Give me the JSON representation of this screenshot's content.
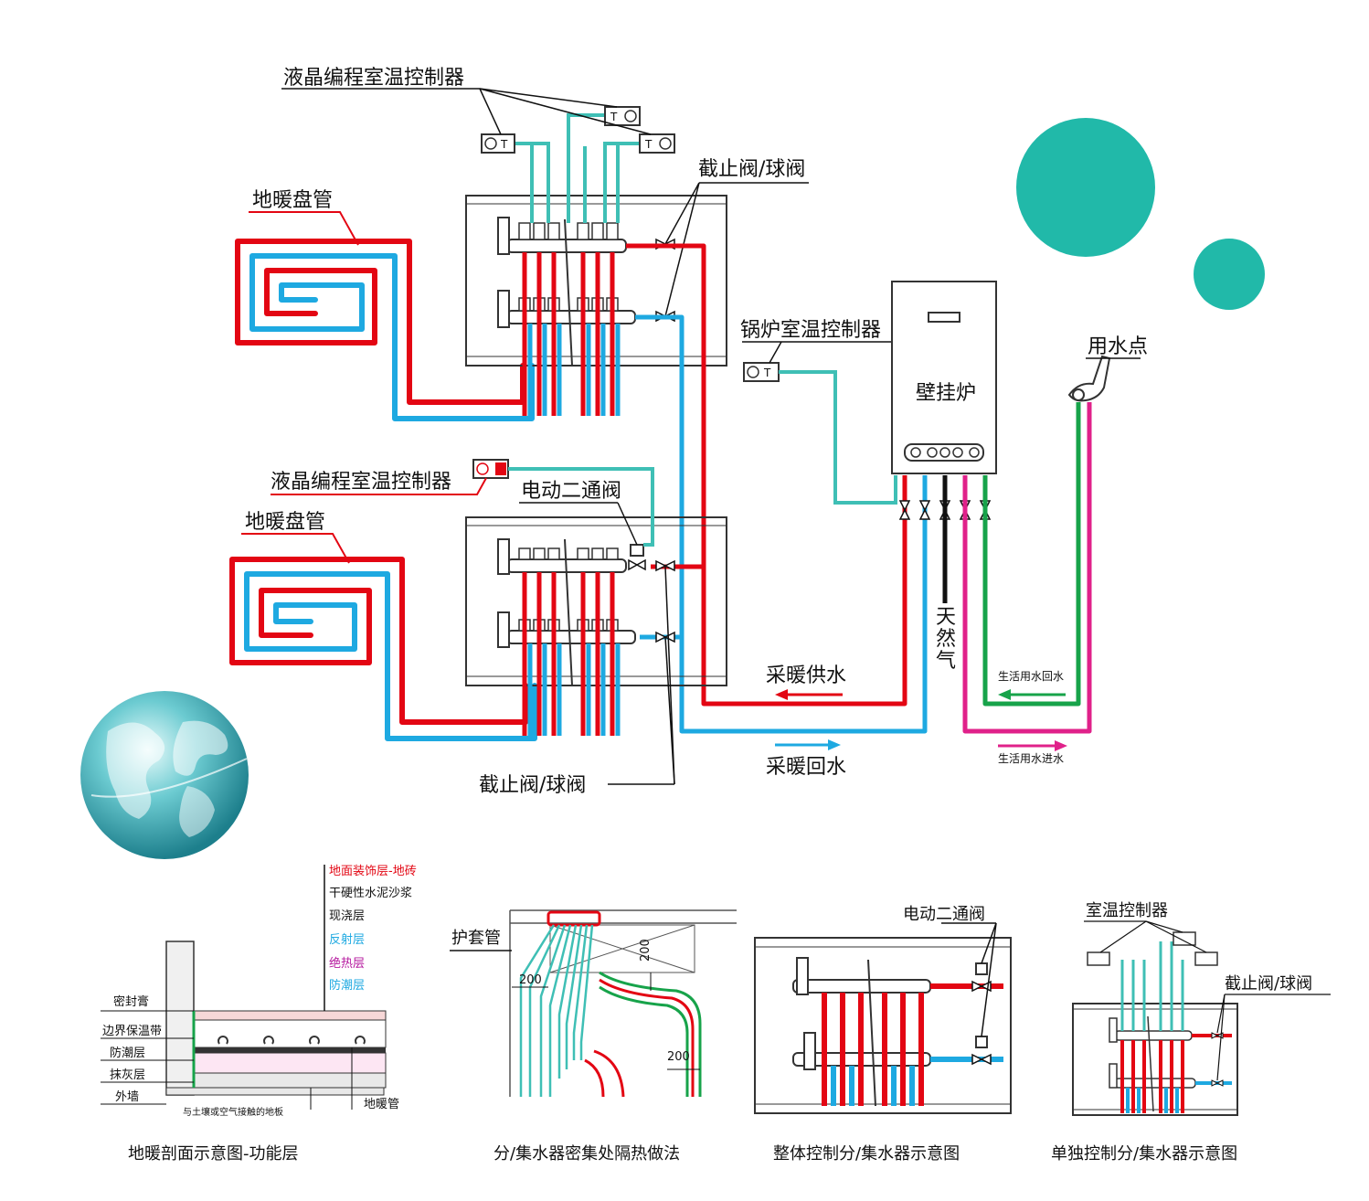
{
  "labels": {
    "lcd_controller_top": "液晶编程室温控制器",
    "floor_coil_top": "地暖盘管",
    "stop_valve_top": "截止阀/球阀",
    "boiler_controller": "锅炉室温控制器",
    "boiler": "壁挂炉",
    "water_point": "用水点",
    "lcd_controller_bottom": "液晶编程室温控制器",
    "electric_valve": "电动二通阀",
    "floor_coil_bottom": "地暖盘管",
    "gas_1": "天",
    "gas_2": "然",
    "gas_3": "气",
    "heating_supply": "采暖供水",
    "heating_return": "采暖回水",
    "domestic_return": "生活用水回水",
    "domestic_in": "生活用水进水",
    "stop_valve_bottom": "截止阀/球阀"
  },
  "section": {
    "layers": [
      {
        "text": "地面装饰层-地砖",
        "color": "#e30613"
      },
      {
        "text": "干硬性水泥沙浆",
        "color": "#111111"
      },
      {
        "text": "现浇层",
        "color": "#111111"
      },
      {
        "text": "反射层",
        "color": "#1ea9e1"
      },
      {
        "text": "绝热层",
        "color": "#b5179e"
      },
      {
        "text": "防潮层",
        "color": "#1ea9e1"
      }
    ],
    "left_labels": [
      "密封膏",
      "边界保温带",
      "防潮层",
      "抹灰层",
      "外墙"
    ],
    "floor_note": "与土壤或空气接触的地板",
    "pipe_note": "地暖管",
    "caption": "地暖剖面示意图-功能层"
  },
  "insulation": {
    "sleeve_label": "护套管",
    "dim1": "200",
    "dim2": "200",
    "dim3": "200",
    "caption": "分/集水器密集处隔热做法"
  },
  "overall": {
    "valve_label": "电动二通阀",
    "caption": "整体控制分/集水器示意图"
  },
  "individual": {
    "controller_label": "室温控制器",
    "valve_label": "截止阀/球阀",
    "caption": "单独控制分/集水器示意图"
  },
  "controller_glyph": "T",
  "colors": {
    "supply_red": "#e30613",
    "return_blue": "#1ea9e1",
    "signal_teal": "#3fbfb5",
    "domestic_green": "#17a34a",
    "domestic_magenta": "#e0218a",
    "gas_black": "#111111",
    "decor_teal": "#21b9a9"
  }
}
